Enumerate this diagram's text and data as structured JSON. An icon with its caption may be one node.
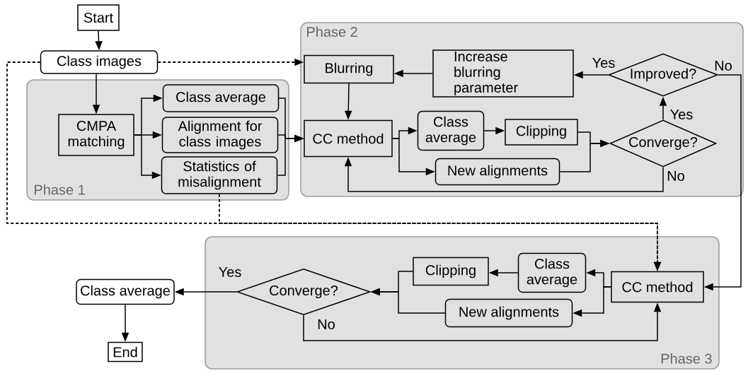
{
  "diagram": {
    "nodes": [
      {
        "text": [
          "Start"
        ]
      },
      {
        "text": [
          "Class images"
        ]
      },
      {
        "text": [
          "Phase 1"
        ]
      },
      {
        "text": [
          "CMPA matching"
        ],
        "in": 2
      },
      {
        "text": [
          "Class average"
        ],
        "in": 2
      },
      {
        "text": [
          "Alignment for class images"
        ],
        "in": 2
      },
      {
        "text": [
          "Statistics of misalignment"
        ],
        "in": 2
      },
      {
        "text": [
          "Phase 2"
        ]
      },
      {
        "text": [
          "Blurring"
        ],
        "in": 7
      },
      {
        "text": [
          "Increase blurring parameter"
        ],
        "in": 7
      },
      {
        "text": [
          "Improved?"
        ],
        "in": 7
      },
      {
        "text": [
          "CC method"
        ],
        "in": 7
      },
      {
        "text": [
          "Class average"
        ],
        "in": 7
      },
      {
        "text": [
          "Clipping"
        ],
        "in": 7
      },
      {
        "text": [
          "New alignments"
        ],
        "in": 7
      },
      {
        "text": [
          "Converge?"
        ],
        "in": 7
      },
      {
        "text": [
          "Phase 3"
        ]
      },
      {
        "text": [
          "CC method"
        ],
        "in": 16
      },
      {
        "text": [
          "Class average"
        ],
        "in": 16
      },
      {
        "text": [
          "Clipping"
        ],
        "in": 16
      },
      {
        "text": [
          "New alignments"
        ],
        "in": 16
      },
      {
        "text": [
          "Converge?"
        ],
        "in": 16
      },
      {
        "text": [
          "Class average"
        ]
      },
      {
        "text": [
          "End"
        ]
      }
    ],
    "edges": [
      {
        "from": 0,
        "to": 1,
        "arrow": "to"
      },
      {
        "from": 1,
        "to": 3,
        "arrow": "to"
      },
      {
        "from": 3,
        "to": 4,
        "arrow": "to"
      },
      {
        "from": 3,
        "to": 5,
        "arrow": "to"
      },
      {
        "from": 3,
        "to": 6,
        "arrow": "to"
      },
      {
        "from": 4,
        "to": 11,
        "arrow": "to"
      },
      {
        "from": 5,
        "to": 11,
        "arrow": "to"
      },
      {
        "from": 6,
        "to": 11,
        "arrow": "to"
      },
      {
        "from": 1,
        "to": 8,
        "arrow": "to",
        "style": "dashed"
      },
      {
        "from": 1,
        "to": 17,
        "arrow": "to",
        "style": "dashed"
      },
      {
        "from": 6,
        "to": 17,
        "arrow": "to",
        "style": "dashed"
      },
      {
        "from": 8,
        "to": 11,
        "arrow": "to"
      },
      {
        "from": 9,
        "to": 8,
        "arrow": "to"
      },
      {
        "from": 10,
        "to": 9,
        "arrow": "to",
        "label": "Yes"
      },
      {
        "from": 10,
        "to": 17,
        "arrow": "to",
        "label": "No"
      },
      {
        "from": 11,
        "to": 12,
        "arrow": "to"
      },
      {
        "from": 11,
        "to": 14,
        "arrow": "to"
      },
      {
        "from": 12,
        "to": 13,
        "arrow": "to"
      },
      {
        "from": 13,
        "to": 15,
        "arrow": "to"
      },
      {
        "from": 14,
        "to": 15,
        "arrow": "to"
      },
      {
        "from": 15,
        "to": 10,
        "arrow": "to",
        "label": "Yes"
      },
      {
        "from": 15,
        "to": 11,
        "arrow": "to",
        "label": "No"
      },
      {
        "from": 17,
        "to": 18,
        "arrow": "to"
      },
      {
        "from": 17,
        "to": 20,
        "arrow": "to"
      },
      {
        "from": 18,
        "to": 19,
        "arrow": "to"
      },
      {
        "from": 19,
        "to": 21,
        "arrow": "to"
      },
      {
        "from": 20,
        "to": 21,
        "arrow": "to"
      },
      {
        "from": 21,
        "to": 22,
        "arrow": "to",
        "label": "Yes"
      },
      {
        "from": 21,
        "to": 17,
        "arrow": "to",
        "label": "No"
      },
      {
        "from": 22,
        "to": 23,
        "arrow": "to"
      }
    ]
  }
}
